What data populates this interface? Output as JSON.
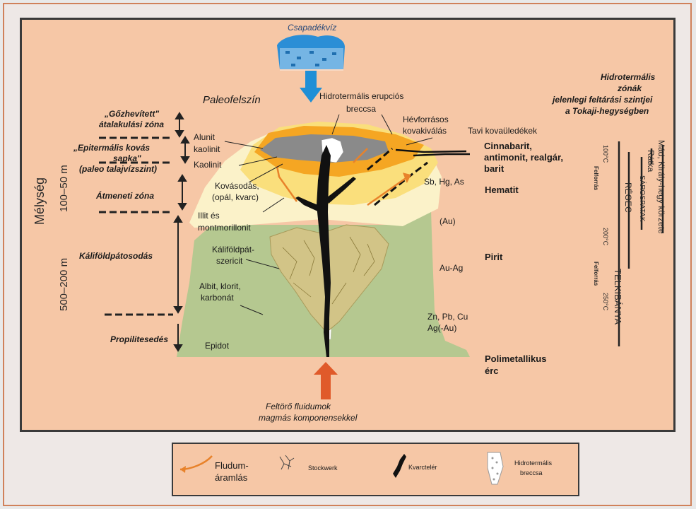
{
  "top": {
    "rain_label": "Csapadékvíz",
    "paleo_surface": "Paleofelszín",
    "bottom_label_1": "Feltörő fluidumok",
    "bottom_label_2": "magmás komponensekkel"
  },
  "depth": {
    "axis_label": "Mélység",
    "upper_range": "100–50 m",
    "lower_range": "500–200 m"
  },
  "zones": {
    "steam_1": "„Gőzhevített\"",
    "steam_2": "átalakulási zóna",
    "cap_1": "„Epitermális kovás",
    "cap_2": "sapka\"",
    "cap_3": "(paleo talajvízszint)",
    "transition": "Átmeneti zóna",
    "potassic": "Káliföldpátosodás",
    "propylitic": "Propilitesedés"
  },
  "labels": {
    "breccia_1": "Hidrotermális erupciós",
    "breccia_2": "breccsa",
    "sinter_1": "Hévforrásos",
    "sinter_2": "kovakiválás",
    "lake": "Tavi kovaüledékek",
    "alunit": "Alunit",
    "kaolinit_a": "kaolinit",
    "kaolinit_b": "Kaolinit",
    "silic_1": "Kovásodás,",
    "silic_2": "(opál, kvarc)",
    "illit_1": "Illit és",
    "illit_2": "montmorillonit",
    "kf_1": "Káliföldpát-",
    "kf_2": "szericit",
    "albit_1": "Albit, klorit,",
    "albit_2": "karbonát",
    "epidot": "Epidot",
    "sbhg": "Sb, Hg, As",
    "au": "(Au)",
    "auag": "Au-Ag",
    "znpb": "Zn, Pb, Cu",
    "agau": "Ag(-Au)"
  },
  "minerals": {
    "cinnabar_1": "Cinnabarit,",
    "cinnabar_2": "antimonit, realgár,",
    "cinnabar_3": "barit",
    "hematit": "Hematit",
    "pirit": "Pirit",
    "poly_1": "Polimetallikus",
    "poly_2": "érc"
  },
  "right_panel": {
    "title_1": "Hidrotermális",
    "title_2": "zónák",
    "title_3": "jelenlegi feltárási szintjei",
    "title_4": "a Tokaji-hegységben",
    "mad": "Mád, Király-hegy körzete",
    "ratka": "Rátka",
    "sarospatak": "SÁROSPATAK",
    "regec": "RÉGEC",
    "telkibanya": "TELKIBÁNYA",
    "t100": "100°C",
    "t200": "200°C",
    "t250": "250°C",
    "felforras_1": "Felforrás",
    "felforras_2": "Felforrás"
  },
  "legend": {
    "flow_1": "Fludum-",
    "flow_2": "áramlás",
    "stockwerk": "Stockwerk",
    "kvarcter": "Kvarctelér",
    "breccia_1": "Hidrotermális",
    "breccia_2": "breccsa"
  },
  "colors": {
    "background": "#f6c7a6",
    "green": "#b5c890",
    "cream": "#fbf2c9",
    "yellow": "#fadf7c",
    "orange": "#f5a623",
    "gray": "#8a8a8a",
    "blue": "#1f8fd6",
    "red": "#e05a2a"
  }
}
